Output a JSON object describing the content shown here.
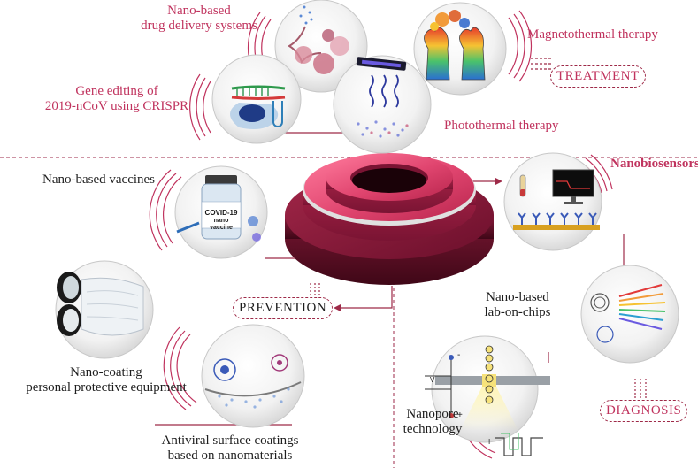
{
  "treatment": {
    "section_label": "TREATMENT",
    "items": {
      "drug_delivery": "Nano-based\ndrug delivery systems",
      "magnetothermal": "Magnetothermal therapy",
      "gene_editing": "Gene editing of\n2019-nCoV using CRISPR",
      "photothermal": "Photothermal therapy"
    }
  },
  "prevention": {
    "section_label": "PREVENTION",
    "items": {
      "vaccines": "Nano-based vaccines",
      "ppe": "Nano-coating\npersonal protective equipment",
      "surface_coatings": "Antiviral surface coatings\nbased on nanomaterials"
    },
    "vial_text": {
      "brand": "COVID-19",
      "line1": "nano",
      "line2": "vaccine"
    }
  },
  "diagnosis": {
    "section_label": "DIAGNOSIS",
    "items": {
      "nanobiosensors": "Nanobiosensors",
      "lab_on_chips": "Nano-based\nlab-on-chips",
      "nanopore": "Nanopore\ntechnology"
    },
    "circuit": {
      "voltage": "V",
      "minus": "-",
      "plus": "+",
      "current": "I"
    }
  },
  "colors": {
    "accent": "#c0335e",
    "ring_light": "#e0456f",
    "ring_dark": "#6b0f2b",
    "divider": "#9e2a48"
  }
}
